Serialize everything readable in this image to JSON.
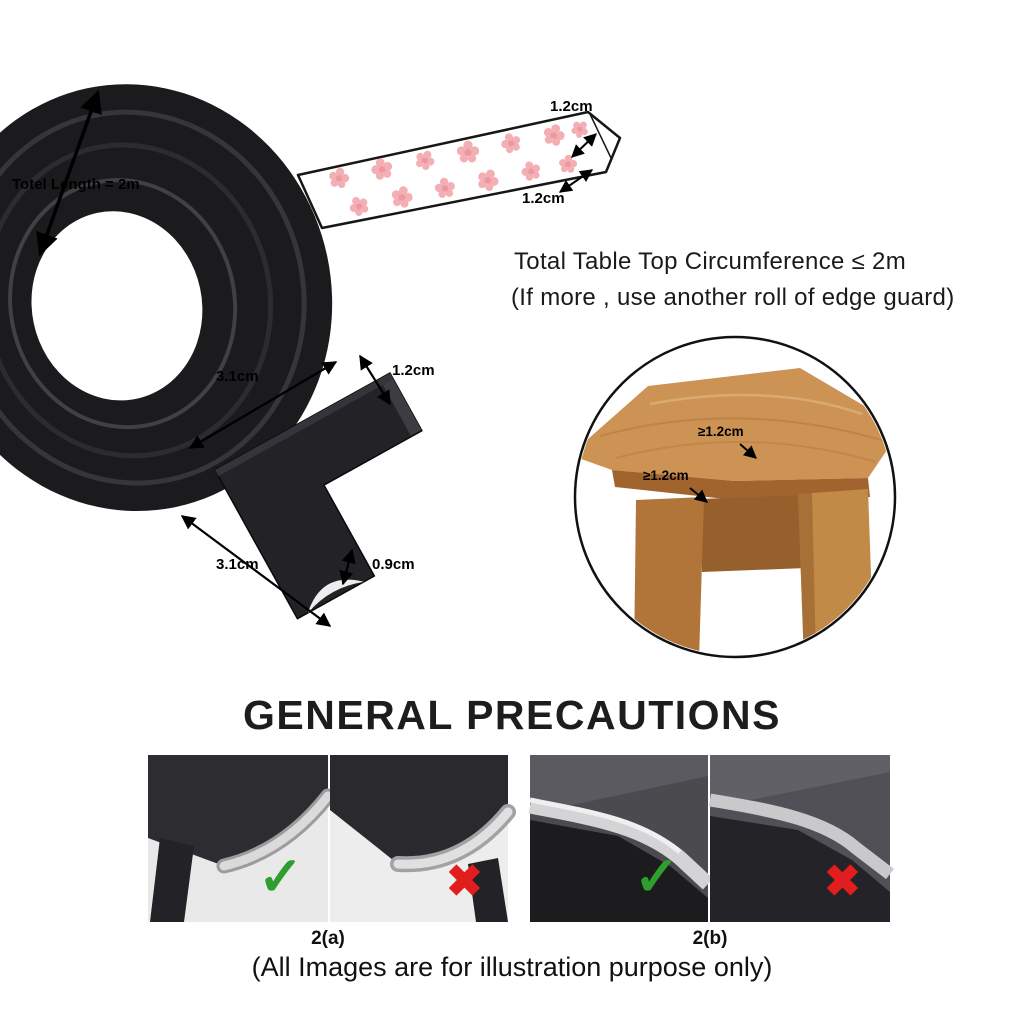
{
  "roll": {
    "total_length_label": "Totel Length = 2m"
  },
  "strip": {
    "dim_top": "1.2cm",
    "dim_bottom": "1.2cm"
  },
  "circumference_note": {
    "line1": "Total Table Top Circumference  ≤ 2m",
    "line2": "(If more , use another roll of edge guard)"
  },
  "corner_guard": {
    "dim_top_side": "3.1cm",
    "dim_end_width": "1.2cm",
    "dim_bottom_side": "3.1cm",
    "dim_wall_thickness": "0.9cm"
  },
  "table_inset": {
    "dim_top": "≥1.2cm",
    "dim_side": "≥1.2cm"
  },
  "precautions": {
    "title": "GENERAL PRECAUTIONS",
    "figure_a_label": "2(a)",
    "figure_b_label": "2(b)",
    "disclaimer": "(All Images are for illustration purpose only)"
  },
  "icons": {
    "check": "✓",
    "cross": "✖"
  },
  "colors": {
    "guard_black": "#1b1b1e",
    "adhesive_pink": "#f3afb4",
    "wood_tan": "#cd9355",
    "check_green": "#2f9e2f",
    "cross_red": "#e11d1d"
  }
}
